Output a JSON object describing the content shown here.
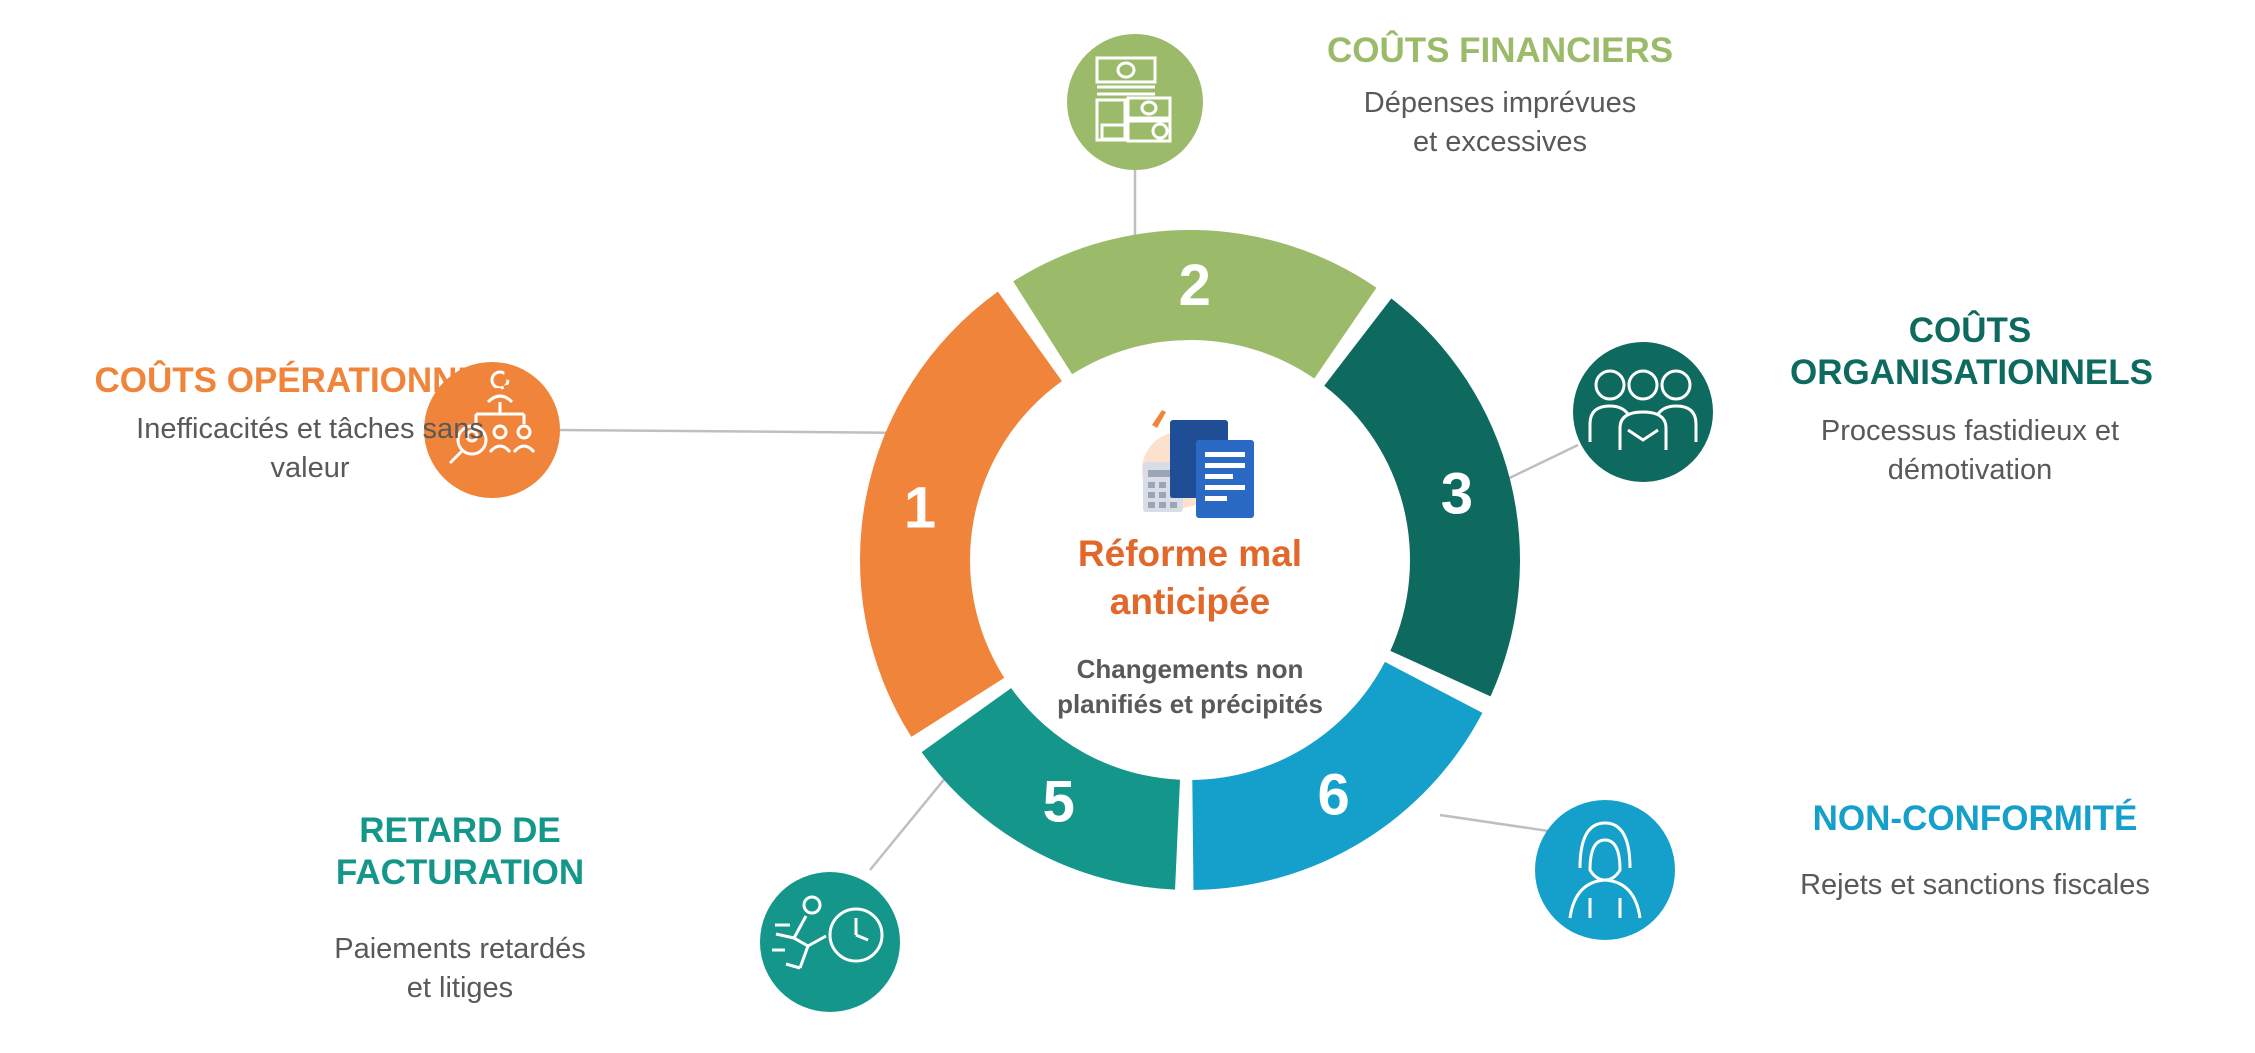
{
  "center": {
    "title": "Réforme mal anticipée",
    "subtitle": "Changements non planifiés et précipités"
  },
  "segments": [
    {
      "number": "1",
      "color": "#F0843A"
    },
    {
      "number": "2",
      "color": "#9BBB6A"
    },
    {
      "number": "3",
      "color": "#0E6A5E"
    },
    {
      "number": "5",
      "color": "#14968A"
    },
    {
      "number": "6",
      "color": "#159FCB"
    }
  ],
  "items": {
    "operationnels": {
      "title": "COÛTS OPÉRATIONNELS",
      "desc": "Inefficacités et tâches sans valeur",
      "color": "#F0843A",
      "icon": "org-search-icon"
    },
    "financiers": {
      "title": "COÛTS FINANCIERS",
      "desc": "Dépenses imprévues et excessives",
      "color": "#9BBB6A",
      "icon": "money-stack-icon"
    },
    "organisationnels": {
      "title": "COÛTS ORGANISATIONNELS",
      "desc": "Processus fastidieux et démotivation",
      "color": "#0E6A5E",
      "icon": "team-icon"
    },
    "facturation": {
      "title": "RETARD DE FACTURATION",
      "desc": "Paiements retardés et litiges",
      "color": "#14968A",
      "icon": "running-clock-icon"
    },
    "conformite": {
      "title": "NON-CONFORMITÉ",
      "desc": "Rejets et sanctions fiscales",
      "color": "#159FCB",
      "icon": "hooded-person-icon"
    }
  },
  "colors": {
    "center_title": "#E2672A",
    "center_subtitle": "#595959",
    "connector": "#BFBFBF"
  }
}
